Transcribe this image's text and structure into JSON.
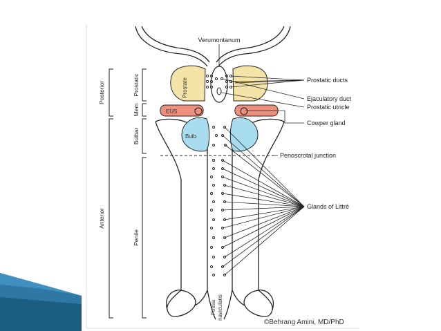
{
  "diagram": {
    "labels": {
      "verumontanum": "Verumontanum",
      "prostatic_ducts": "Prostatic ducts",
      "ejaculatory_duct": "Ejaculatory duct",
      "prostatic_utricle": "Prostatic utricle",
      "cowper_gland": "Cowper gland",
      "penoscrotal_junction": "Penoscrotal junction",
      "glands_of_littre": "Glands of Littré"
    },
    "organs": {
      "prostate": "Prostate",
      "eus": "EUS",
      "bulb": "Bulb",
      "fossa_line1": "Fossa",
      "fossa_line2": "navicularis"
    },
    "regions": {
      "posterior": "Posterior",
      "anterior": "Anterior",
      "prostatic": "Prostatic",
      "mem": "Mem",
      "bulbar": "Bulbar",
      "penile": "Penile"
    },
    "credit": "©Behrang Amini, MD/PhD"
  },
  "colors": {
    "accent_dark": "#1c5d82",
    "accent_light": "#3f8fbf",
    "prostate": "#f4e4a8",
    "eus": "#ec8f7c",
    "bulb": "#a8dcef"
  },
  "icons": {
    "slide_decoration": "corner-arrow-shape"
  }
}
